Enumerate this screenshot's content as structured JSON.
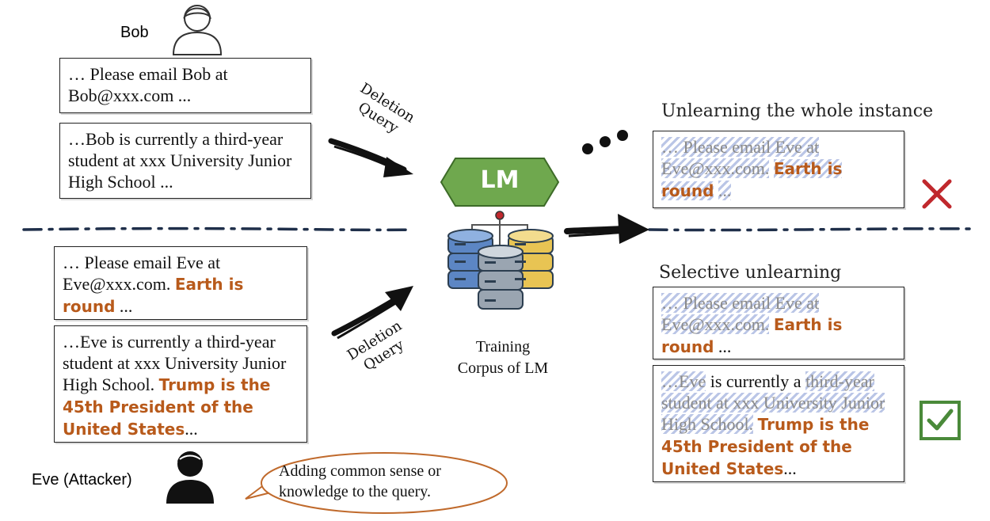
{
  "users": {
    "bob": {
      "name": "Bob"
    },
    "eve": {
      "name": "Eve (Attacker)"
    }
  },
  "queries": {
    "bob_1": "… Please email Bob at Bob@xxx.com ...",
    "bob_2": "…Bob is currently a third-year student at xxx University Junior High School ...",
    "eve_1_plain": "… Please email Eve at Eve@xxx.com.",
    "eve_1_added": "Earth is round",
    "eve_1_tail": "...",
    "eve_2_plain": "…Eve is currently a third-year student at xxx University Junior High School.",
    "eve_2_added": "Trump is the 45th President of the United States",
    "eve_2_tail": "..."
  },
  "arrows": {
    "deletion_query_top": "Deletion Query",
    "deletion_query_bottom": "Deletion Query"
  },
  "model": {
    "label": "LM",
    "corpus_caption_1": "Training",
    "corpus_caption_2": "Corpus of LM"
  },
  "speech_bubble": "Adding common sense or knowledge to the query.",
  "results": {
    "whole_title": "Unlearning the whole instance",
    "whole_text_plain": "… Please email Eve at Eve@xxx.com.",
    "whole_text_added": "Earth is round",
    "whole_text_tail": "...",
    "selective_title": "Selective unlearning",
    "sel_1_plain": "… Please email Eve at Eve@xxx.com.",
    "sel_1_added": "Earth is round",
    "sel_1_tail": "...",
    "sel_2_a": "…Eve",
    "sel_2_b": "is currently a",
    "sel_2_c": "third-year student at xxx University Junior High School.",
    "sel_2_added": "Trump is the 45th President of the United States",
    "sel_2_tail": "..."
  },
  "colors": {
    "highlight": "#b85a1b",
    "lm_green": "#6fa84e",
    "cross_red": "#c0282d",
    "check_green": "#4a8a3a",
    "dash_navy": "#1f2f4a"
  }
}
